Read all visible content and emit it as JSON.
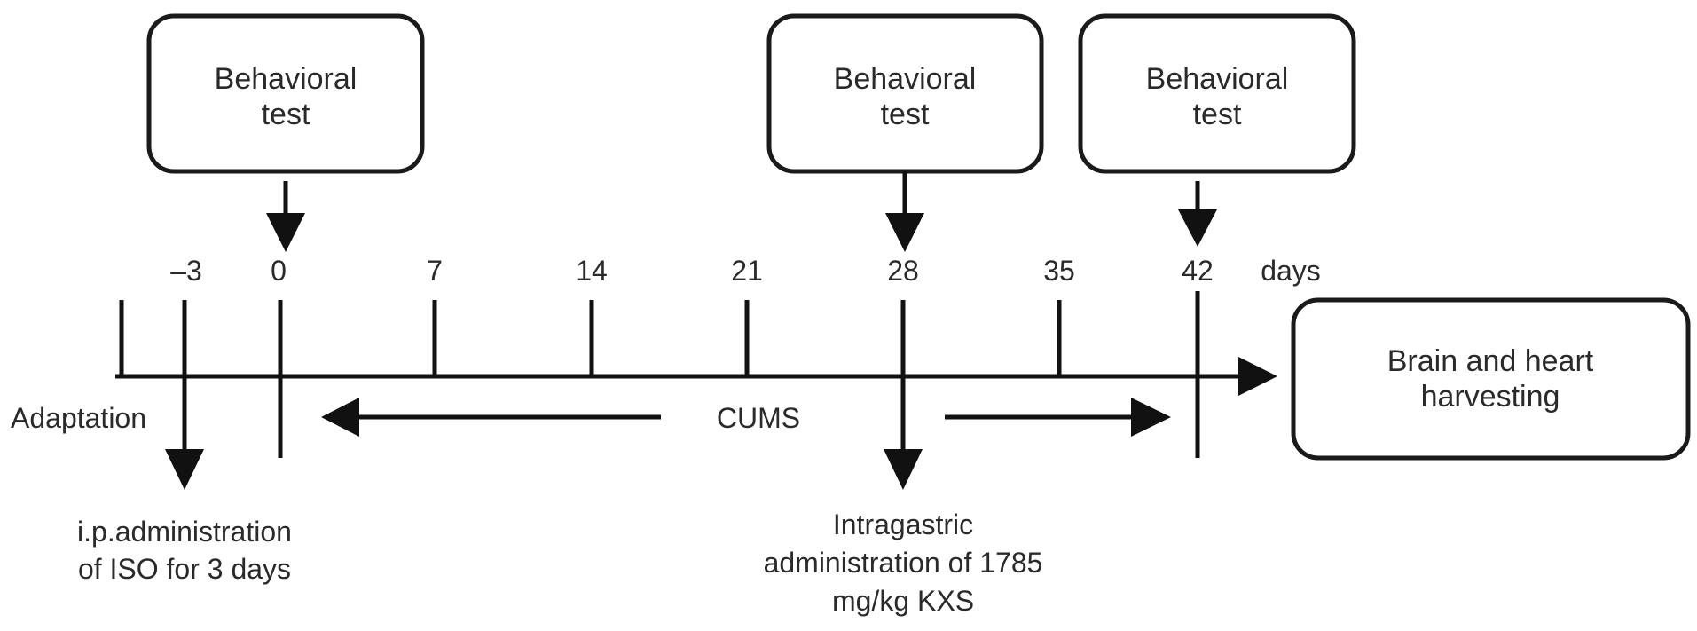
{
  "boxes": {
    "behavioral_test_1": [
      "Behavioral",
      "test"
    ],
    "behavioral_test_2": [
      "Behavioral",
      "test"
    ],
    "behavioral_test_3": [
      "Behavioral",
      "test"
    ],
    "harvest": [
      "Brain and heart",
      "harvesting"
    ]
  },
  "ticks": [
    "–3",
    "0",
    "7",
    "14",
    "21",
    "28",
    "35",
    "42"
  ],
  "unit": "days",
  "labels": {
    "adaptation": "Adaptation",
    "cums": "CUMS",
    "iso": [
      "i.p.administration",
      "of ISO for 3 days"
    ],
    "kxs": [
      "Intragastric",
      "administration of 1785",
      "mg/kg KXS"
    ]
  }
}
